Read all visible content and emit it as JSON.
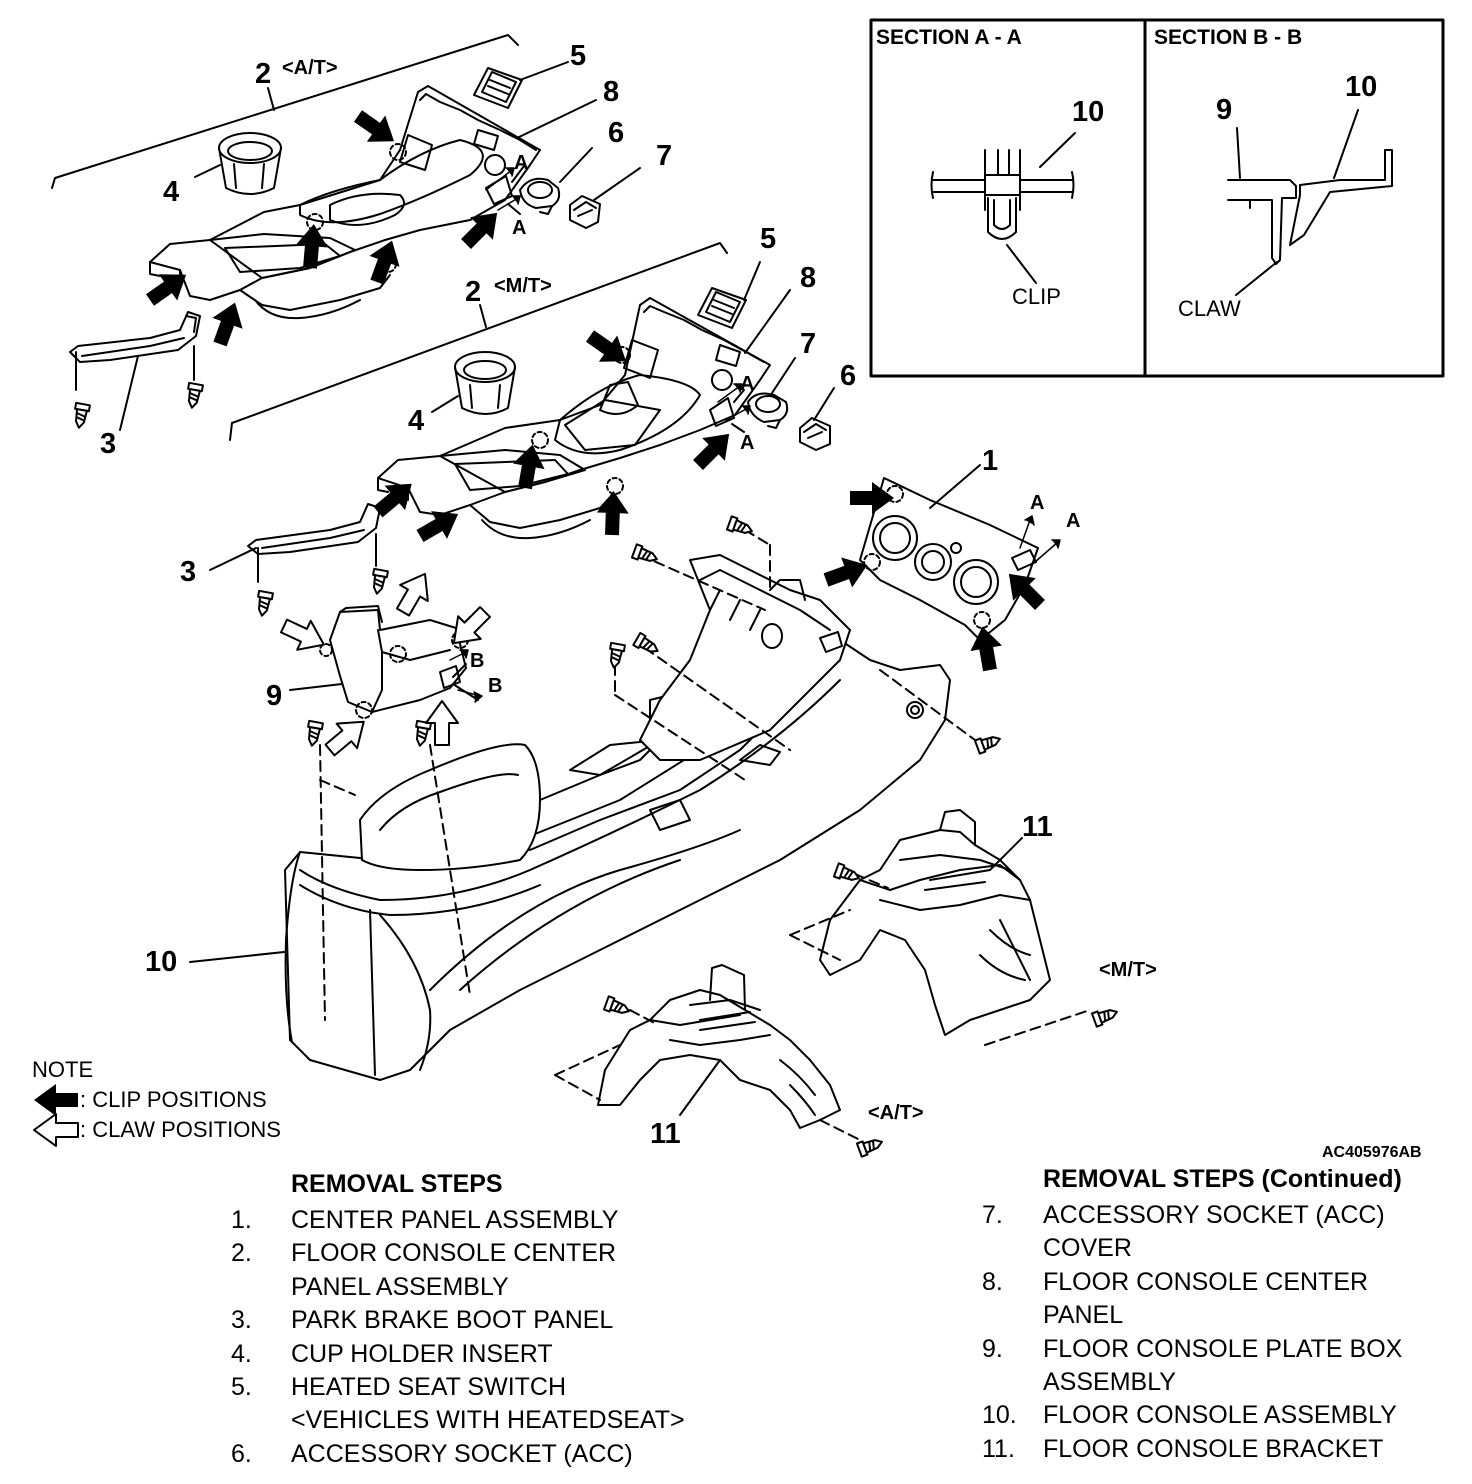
{
  "callouts": {
    "c1": "1",
    "c2_at": "2",
    "c2_mt": "2",
    "c3_top": "3",
    "c3_mid": "3",
    "c4_top": "4",
    "c4_mid": "4",
    "c5_top": "5",
    "c5_mid": "5",
    "c6_top": "6",
    "c6_mid": "6",
    "c7_top": "7",
    "c7_mid": "7",
    "c8_top": "8",
    "c8_mid": "8",
    "c9": "9",
    "c10": "10",
    "c11_mt": "11",
    "c11_at": "11"
  },
  "variant_tags": {
    "at_top": "<A/T>",
    "mt_mid": "<M/T>",
    "mt_bracket": "<M/T>",
    "at_bracket": "<A/T>"
  },
  "section_letters": {
    "a1": "A",
    "a2": "A",
    "a3": "A",
    "a4": "A",
    "a5": "A",
    "a6": "A",
    "b1": "B",
    "b2": "B"
  },
  "sections": {
    "a_title": "SECTION A - A",
    "a_num": "10",
    "a_clip": "CLIP",
    "b_title": "SECTION B - B",
    "b_num9": "9",
    "b_num10": "10",
    "b_claw": "CLAW"
  },
  "note": {
    "title": "NOTE",
    "clip": ": CLIP POSITIONS",
    "claw": ": CLAW POSITIONS"
  },
  "figure_code": "AC405976AB",
  "removal_steps": {
    "title": "REMOVAL STEPS",
    "title_continued": "REMOVAL STEPS (Continued)",
    "left": [
      {
        "n": "1.",
        "lines": [
          "CENTER PANEL ASSEMBLY"
        ]
      },
      {
        "n": "2.",
        "lines": [
          "FLOOR CONSOLE CENTER",
          "PANEL ASSEMBLY"
        ]
      },
      {
        "n": "3.",
        "lines": [
          "PARK BRAKE BOOT PANEL"
        ]
      },
      {
        "n": "4.",
        "lines": [
          "CUP HOLDER INSERT"
        ]
      },
      {
        "n": "5.",
        "lines": [
          "HEATED SEAT SWITCH",
          "<VEHICLES WITH HEATEDSEAT>"
        ]
      },
      {
        "n": "6.",
        "lines": [
          "ACCESSORY SOCKET (ACC)"
        ]
      }
    ],
    "right": [
      {
        "n": "7.",
        "lines": [
          "ACCESSORY SOCKET (ACC)",
          "COVER"
        ]
      },
      {
        "n": "8.",
        "lines": [
          "FLOOR CONSOLE CENTER",
          "PANEL"
        ]
      },
      {
        "n": "9.",
        "lines": [
          "FLOOR CONSOLE PLATE BOX",
          "ASSEMBLY"
        ]
      },
      {
        "n": "10.",
        "lines": [
          "FLOOR CONSOLE ASSEMBLY"
        ]
      },
      {
        "n": "11.",
        "lines": [
          "FLOOR CONSOLE BRACKET"
        ]
      }
    ]
  },
  "colors": {
    "ink": "#000000",
    "paper": "#ffffff"
  }
}
